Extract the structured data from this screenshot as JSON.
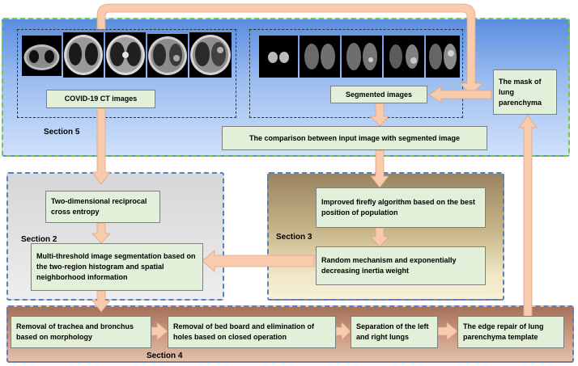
{
  "sections": {
    "s5": "Section 5",
    "s2": "Section 2",
    "s3": "Section 3",
    "s4": "Section 4"
  },
  "boxes": {
    "covid": "COVID-19 CT images",
    "segmented": "Segmented images",
    "mask": "The mask of lung parenchyma",
    "comparison": "The comparison between input image with segmented image",
    "entropy": "Two-dimensional reciprocal cross entropy",
    "multithreshold": "Multi-threshold image segmentation based on the two-region histogram and spatial neighborhood information",
    "firefly": "Improved firefly algorithm based on the best position of population",
    "random": "Random mechanism and exponentially decreasing inertia weight",
    "trachea": "Removal of trachea and bronchus based on morphology",
    "bedboard": "Removal of bed board and elimination of holes based on closed operation",
    "separation": "Separation of the left and right lungs",
    "edge": "The edge repair of lung parenchyma template"
  },
  "colors": {
    "arrow": "#f8cbad",
    "box_fill": "#e2f0d9",
    "section5_border": "#7cc34a",
    "section_border": "#5580c8"
  }
}
